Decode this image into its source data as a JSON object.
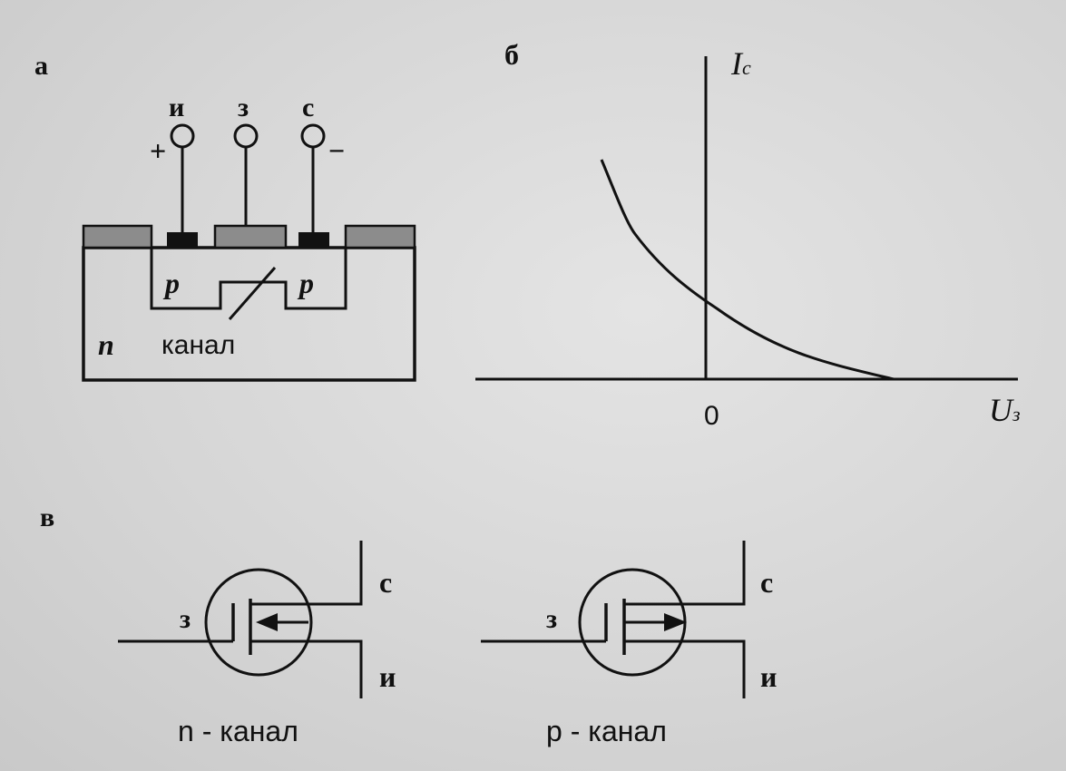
{
  "panel_a": {
    "label": "а",
    "terminals": {
      "source": "и",
      "gate": "з",
      "drain": "с"
    },
    "plus": "+",
    "minus": "−",
    "region_left": "p",
    "region_right": "p",
    "substrate": "n",
    "channel": "канал"
  },
  "panel_b": {
    "label": "б",
    "y_label_main": "I",
    "y_label_sub": "с",
    "x_label_main": "U",
    "x_label_sub": "з",
    "origin": "0"
  },
  "panel_c": {
    "label": "в",
    "n_symbol": {
      "gate": "з",
      "drain": "с",
      "source": "и",
      "caption": "n - канал"
    },
    "p_symbol": {
      "gate": "з",
      "drain": "с",
      "source": "и",
      "caption": "p - канал"
    }
  }
}
